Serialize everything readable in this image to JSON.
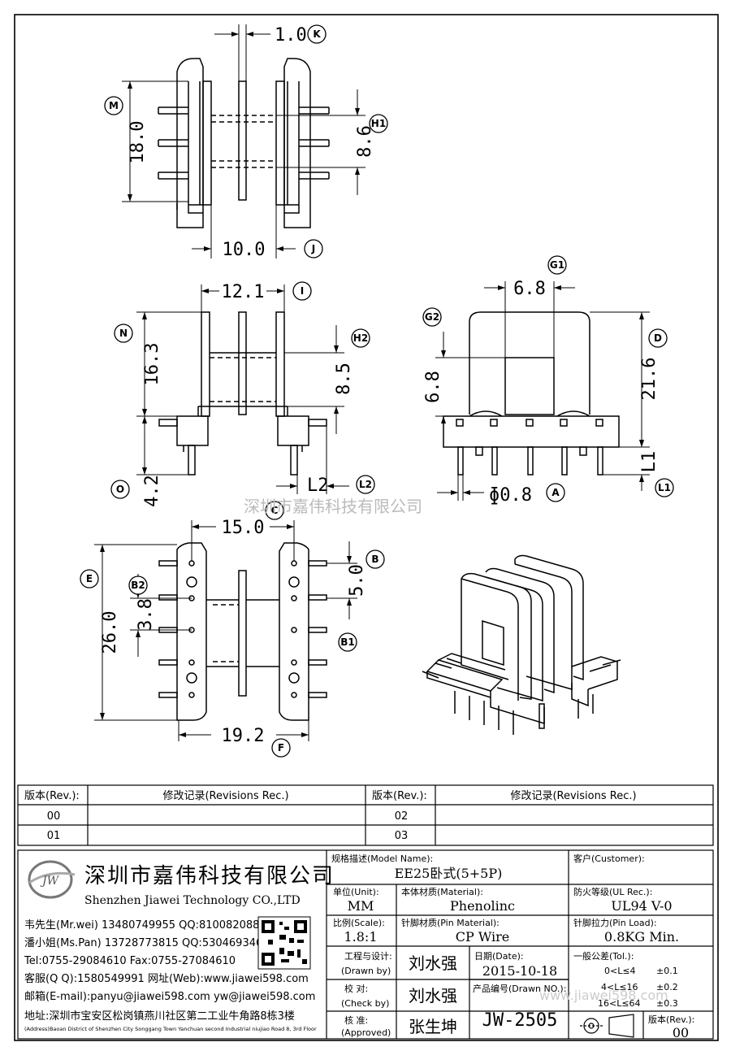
{
  "dims": {
    "K": "1.0",
    "M": "18.0",
    "H1": "8.6",
    "J": "10.0",
    "I": "12.1",
    "N": "16.3",
    "H2": "8.5",
    "O": "4.2",
    "L2": "L2",
    "G1": "6.8",
    "G2": "6.8",
    "D": "21.6",
    "L1": "L1",
    "A": "ɸ0.8",
    "C": "15.0",
    "E": "26.0",
    "B2": "3.8",
    "B": "5.0",
    "F": "19.2"
  },
  "tags": {
    "K": "K",
    "M": "M",
    "H1": "H1",
    "J": "J",
    "I": "I",
    "N": "N",
    "H2": "H2",
    "O": "O",
    "L2": "L2",
    "G1": "G1",
    "G2": "G2",
    "D": "D",
    "L1": "L1",
    "A": "A",
    "C": "C",
    "E": "E",
    "B2": "B2",
    "B": "B",
    "B1": "B1",
    "F": "F"
  },
  "watermark": "深圳市嘉伟科技有限公司",
  "watermark_url": "www.jiawei598.com",
  "revisions": {
    "rev_header": "版本(Rev.):",
    "rec_header": "修改记录(Revisions Rec.)",
    "rows": [
      [
        "00",
        "02"
      ],
      [
        "01",
        "03"
      ]
    ]
  },
  "company": {
    "logo": "JW",
    "name_cn": "深圳市嘉伟科技有限公司",
    "name_en": "Shenzhen Jiawei Technology CO.,LTD",
    "contacts": [
      "韦先生(Mr.wei) 13480749955 QQ:810082088",
      "潘小姐(Ms.Pan) 13728773815 QQ:530469346",
      "Tel:0755-29084610       Fax:0755-27084610",
      "客服(Q Q):1580549991    网址(Web):www.jiawei598.com",
      "邮箱(E-mail):panyu@jiawei598.com  yw@jiawei598.com"
    ],
    "address_cn": "地址:深圳市宝安区松岗镇燕川社区第二工业牛角路8栋3楼",
    "address_en": "(Address)Baoan District of Shenzhen City Songgang Town Yanchuan  second Industrial niujiao Road 8, 3rd Floor"
  },
  "title_block": {
    "model_label": "规格描述(Model Name):",
    "model_value": "EE25卧式(5+5P)",
    "customer_label": "客户(Customer):",
    "unit_label": "单位(Unit):",
    "unit_value": "MM",
    "material_label": "本体材质(Material):",
    "material_value": "Phenolinc",
    "ul_label": "防火等级(UL Rec.):",
    "ul_value": "UL94 V-0",
    "scale_label": "比例(Scale):",
    "scale_value": "1.8:1",
    "pin_material_label": "针脚材质(Pin Material):",
    "pin_material_value": "CP Wire",
    "pin_load_label": "针脚拉力(Pin Load):",
    "pin_load_value": "0.8KG Min.",
    "drawn_label": "工程与设计:",
    "drawn_label_en": "(Drawn by)",
    "drawn_value": "刘水强",
    "date_label": "日期(Date):",
    "date_value": "2015-10-18",
    "tol_label": "一般公差(Tol.):",
    "tol_rows": [
      [
        "0<L≤4",
        "±0.1"
      ],
      [
        "4<L≤16",
        "±0.2"
      ],
      [
        "16<L≤64",
        "±0.3"
      ]
    ],
    "check_label": "校    对:",
    "check_label_en": "(Check by)",
    "check_value": "刘水强",
    "drawing_no_label": "产品编号(Drawn NO.):",
    "drawing_no_value": "JW-2505",
    "approve_label": "核    准:",
    "approve_label_en": "(Approved)",
    "approve_value": "张生坤",
    "rev_label": "版本(Rev.):",
    "rev_value": "00"
  }
}
